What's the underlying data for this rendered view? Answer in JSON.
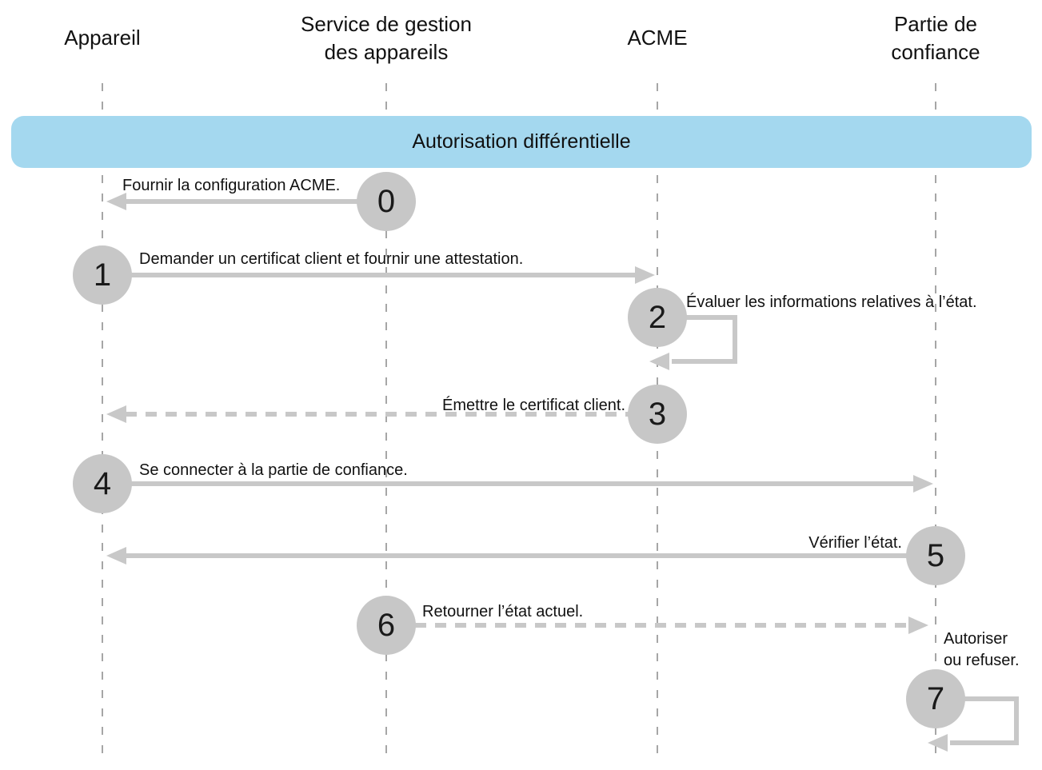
{
  "banner": {
    "title": "Autorisation différentielle",
    "bg_color": "#a4d8ef"
  },
  "actors": [
    {
      "id": "appareil",
      "name": "Appareil"
    },
    {
      "id": "service-gestion-appareils",
      "name": "Service de gestion\ndes appareils"
    },
    {
      "id": "acme",
      "name": "ACME"
    },
    {
      "id": "partie-confiance",
      "name": "Partie de\nconfiance"
    }
  ],
  "steps": [
    {
      "num": "0",
      "label": "Fournir la configuration ACME.",
      "from": "Service de gestion des appareils",
      "to": "Appareil",
      "line": "solid"
    },
    {
      "num": "1",
      "label": "Demander un certificat client et fournir une attestation.",
      "from": "Appareil",
      "to": "ACME",
      "line": "solid"
    },
    {
      "num": "2",
      "label": "Évaluer les informations relatives à l’état.",
      "from": "ACME",
      "to": "ACME",
      "line": "self-loop"
    },
    {
      "num": "3",
      "label": "Émettre le certificat client.",
      "from": "ACME",
      "to": "Appareil",
      "line": "dashed"
    },
    {
      "num": "4",
      "label": "Se connecter à la partie de confiance.",
      "from": "Appareil",
      "to": "Partie de confiance",
      "line": "solid"
    },
    {
      "num": "5",
      "label": "Vérifier l’état.",
      "from": "Partie de confiance",
      "to": "Appareil",
      "line": "solid"
    },
    {
      "num": "6",
      "label": "Retourner l’état actuel.",
      "from": "Service de gestion des appareils",
      "to": "Partie de confiance",
      "line": "dashed"
    },
    {
      "num": "7",
      "label": "Autoriser\nou refuser.",
      "from": "Partie de confiance",
      "to": "Partie de confiance",
      "line": "self-loop"
    }
  ],
  "colors": {
    "arrow": "#c8c8c8",
    "circle": "#c7c7c7",
    "lifeline": "#a6a6a6",
    "banner": "#a4d8ef",
    "text": "#111111"
  }
}
